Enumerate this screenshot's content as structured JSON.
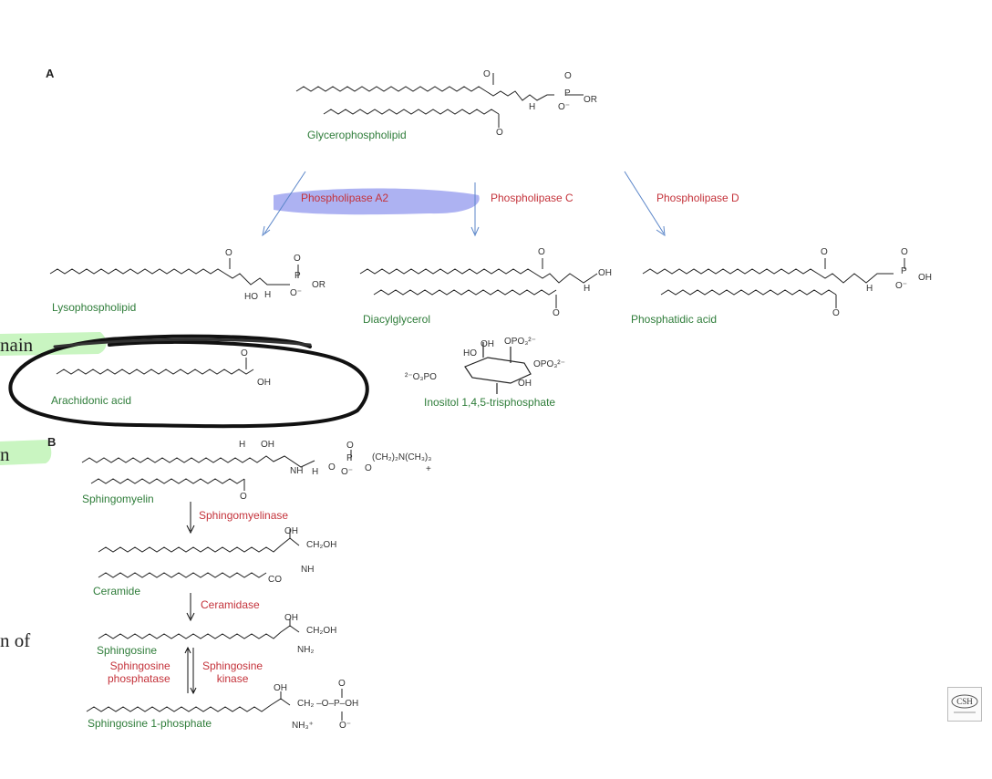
{
  "panels": {
    "a": "A",
    "b": "B"
  },
  "panel_a": {
    "glycerophospholipid": "Glycerophospholipid",
    "enzymes": {
      "pla2": "Phospholipase A2",
      "plc": "Phospholipase C",
      "pld": "Phospholipase D"
    },
    "products": {
      "lysophospholipid": "Lysophospholipid",
      "diacylglycerol": "Diacylglycerol",
      "phosphatidic_acid": "Phosphatidic acid",
      "arachidonic_acid": "Arachidonic acid",
      "ip3": "Inositol 1,4,5-trisphosphate"
    },
    "atoms": {
      "O": "O",
      "OR": "OR",
      "OH": "OH",
      "HO": "HO",
      "H": "H",
      "P": "P",
      "O_minus": "O⁻",
      "OPO3": "OPO₃²⁻",
      "O3PO": "²⁻O₃PO"
    }
  },
  "panel_b": {
    "sphingomyelin": "Sphingomyelin",
    "sphingomyelinase": "Sphingomyelinase",
    "ceramide": "Ceramide",
    "ceramidase": "Ceramidase",
    "sphingosine": "Sphingosine",
    "sphingosine_phosphatase": [
      "Sphingosine",
      "phosphatase"
    ],
    "sphingosine_kinase": [
      "Sphingosine",
      "kinase"
    ],
    "s1p": "Sphingosine 1-phosphate",
    "atoms": {
      "choline": "(CH₂)₂N(CH₃)₃",
      "plus": "+",
      "CH2OH": "CH₂OH",
      "NH": "NH",
      "NH2": "NH₂",
      "NH3": "NH₃⁺",
      "CO": "CO",
      "CH2_O_P": "CH₂ –O–P–OH"
    }
  },
  "cut_text": {
    "line1": "nain",
    "line2": "n",
    "line3": "n of"
  },
  "logo": "CSH",
  "colors": {
    "green": "#2f7d3a",
    "red": "#c4333b",
    "arrow": "#5b86c9",
    "highlight_blue": "#6a73e8",
    "highlight_green": "#c9f5c1",
    "ink": "#111111"
  }
}
